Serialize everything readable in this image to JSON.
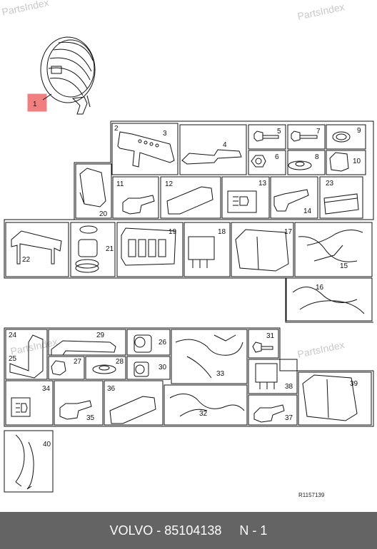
{
  "watermarks": [
    "PartsIndex",
    "PartsIndex",
    "PartsIndex",
    "PartsIndex"
  ],
  "reference_code": "R1157139",
  "footer": {
    "brand": "VOLVO",
    "separator": " - ",
    "part_number": "85104138",
    "gap": "     ",
    "note": "N - 1"
  },
  "callouts": {
    "c1": "1",
    "c2": "2",
    "c3": "3",
    "c4": "4",
    "c5": "5",
    "c6": "6",
    "c7": "7",
    "c8": "8",
    "c9": "9",
    "c10": "10",
    "c11": "11",
    "c12": "12",
    "c13": "13",
    "c14": "14",
    "c15": "15",
    "c16": "16",
    "c17": "17",
    "c18": "18",
    "c19": "19",
    "c20": "20",
    "c21": "21",
    "c22": "22",
    "c23": "23",
    "c24": "24",
    "c25": "25",
    "c26": "26",
    "c27": "27",
    "c28": "28",
    "c29": "29",
    "c30": "30",
    "c31": "31",
    "c32": "32",
    "c33": "33",
    "c34": "34",
    "c35": "35",
    "c36": "36",
    "c37": "37",
    "c38": "38",
    "c39": "39",
    "c40": "40"
  },
  "colors": {
    "highlight": "#f08080",
    "footer_bg": "#646464",
    "line": "#111111"
  }
}
